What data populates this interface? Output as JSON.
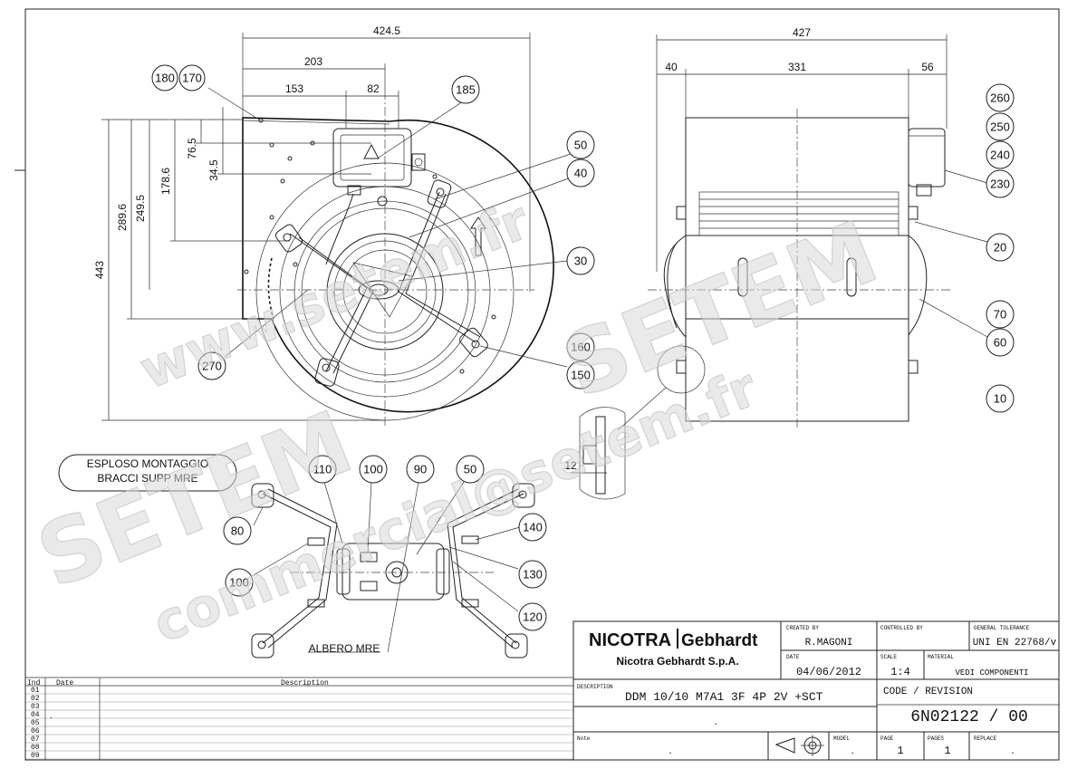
{
  "dimensions": {
    "front_width": "424.5",
    "front_half": "203",
    "front_153": "153",
    "front_82": "82",
    "front_76": "76.5",
    "front_34": "34.5",
    "front_178": "178.6",
    "front_249": "249.5",
    "front_289": "289.6",
    "front_443": "443",
    "side_width": "427",
    "side_40": "40",
    "side_331": "331",
    "side_56": "56",
    "detail_12": "12"
  },
  "callouts": {
    "c180": "180",
    "c170": "170",
    "c185": "185",
    "c50a": "50",
    "c40": "40",
    "c30": "30",
    "c270": "270",
    "c160": "160",
    "c150": "150",
    "c260": "260",
    "c250": "250",
    "c240": "240",
    "c230": "230",
    "c20": "20",
    "c70": "70",
    "c60": "60",
    "c10": "10",
    "c110": "110",
    "c100a": "100",
    "c90": "90",
    "c50b": "50",
    "c80": "80",
    "c140": "140",
    "c130": "130",
    "c100b": "100",
    "c120": "120"
  },
  "labels": {
    "exploded_line1": "ESPLOSO MONTAGGIO",
    "exploded_line2": "BRACCI SUPP MRE",
    "shaft": "ALBERO MRE"
  },
  "watermarks": {
    "setem_left": "SETEM",
    "setem_right": "SETEM",
    "www": "www.setem.fr",
    "email": "commercial@setem.fr"
  },
  "revision_table": {
    "header_ind": "Ind",
    "header_date": "Date",
    "header_desc": "Description",
    "rows": [
      "01",
      "02",
      "03",
      "04",
      "05",
      "06",
      "07",
      "08",
      "09"
    ],
    "row04_mark": "."
  },
  "title_block": {
    "brand_left": "NICOTRA",
    "brand_right": "Gebhardt",
    "company": "Nicotra Gebhardt S.p.A.",
    "created_by_label": "CREATED BY",
    "created_by": "R.MAGONI",
    "controlled_by_label": "CONTROLLED BY",
    "controlled_by": "",
    "tolerance_label": "GENERAL TOLERANCE",
    "tolerance": "UNI EN 22768/v",
    "date_label": "DATE",
    "date": "04/06/2012",
    "scale_label": "SCALE",
    "scale": "1:4",
    "material_label": "MATERIAL",
    "material": "VEDI COMPONENTI",
    "description_label": "DESCRIPTION",
    "description": "DDM 10/10 M7A1 3F 4P 2V +SCT",
    "description_dot": ".",
    "code_label": "CODE / REVISION",
    "code": "6N02122 / 00",
    "note_label": "Note",
    "note": ".",
    "model_label": "MODEL",
    "model": ".",
    "page_label": "PAGE",
    "page": "1",
    "pages_label": "PAGES",
    "pages": "1",
    "replace_label": "REPLACE",
    "replace": "."
  },
  "colors": {
    "line": "#222222",
    "watermark": "#d8d8d8",
    "background": "#ffffff"
  }
}
